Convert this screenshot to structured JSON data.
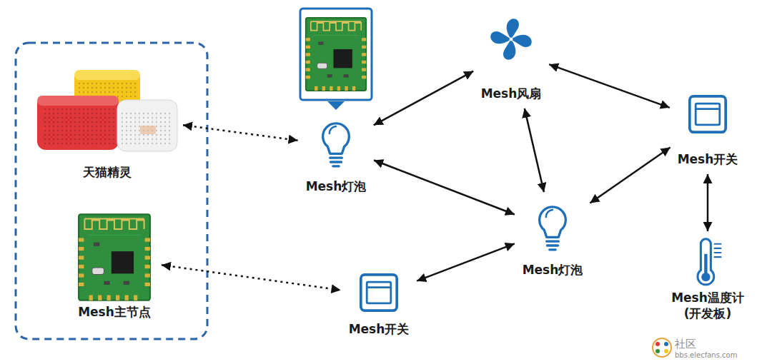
{
  "diagram": {
    "nodes": [
      {
        "text": [
          "天猫精灵"
        ]
      },
      {
        "text": [
          "Mesh主节点"
        ]
      },
      {
        "text": [
          "Mesh灯泡"
        ]
      },
      {
        "text": [
          "Mesh风扇"
        ]
      },
      {
        "text": [
          "Mesh开关"
        ]
      },
      {
        "text": [
          "Mesh灯泡"
        ]
      },
      {
        "text": [
          "Mesh开关"
        ]
      },
      {
        "text": [
          "Mesh温度计 (开发板)"
        ]
      }
    ],
    "edges": [
      {
        "from": 0,
        "to": 2,
        "arrow": "both"
      },
      {
        "from": 1,
        "to": 6,
        "arrow": "both"
      },
      {
        "from": 2,
        "to": 3,
        "arrow": "both"
      },
      {
        "from": 3,
        "to": 4,
        "arrow": "both"
      },
      {
        "from": 2,
        "to": 5,
        "arrow": "both"
      },
      {
        "from": 3,
        "to": 5,
        "arrow": "both"
      },
      {
        "from": 5,
        "to": 4,
        "arrow": "both"
      },
      {
        "from": 4,
        "to": 7,
        "arrow": "both"
      },
      {
        "from": 6,
        "to": 5,
        "arrow": "both"
      }
    ],
    "labels": [
      "社区",
      "bbs.elecfans.com"
    ]
  }
}
